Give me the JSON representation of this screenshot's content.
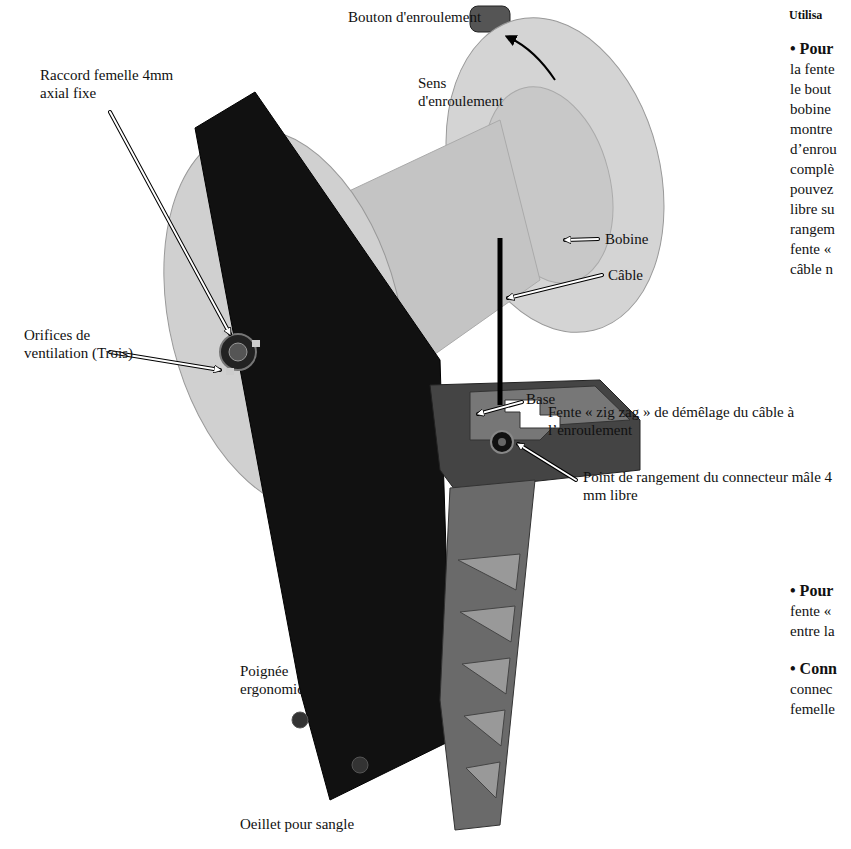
{
  "diagram": {
    "labels": [
      "Bouton d'enroulement",
      "Raccord femelle 4mm axial fixe",
      "Sens d'enroulement",
      "Bobine",
      "Câble",
      "Orifices de ventilation (Trois)",
      "Base",
      "Fente « zig zag » de démêlage du câble à l’enroulement",
      "Point de rangement du connecteur mâle 4 mm libre",
      "Poignée ergonomique",
      "Oeillet pour sangle",
      "Utilisa",
      "• Pour",
      "la fente",
      "le bout",
      "bobine",
      "montre",
      "d’enrou",
      "complè",
      "pouvez",
      "libre su",
      "rangem",
      "fente «",
      "câble n",
      "• Pour",
      "fente «",
      "entre la",
      "• Conn",
      "connec",
      "femelle"
    ]
  }
}
